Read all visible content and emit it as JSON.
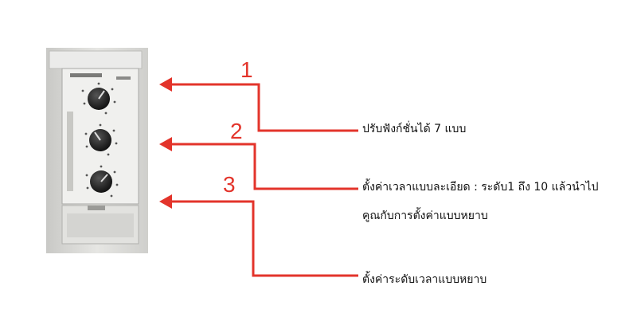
{
  "callouts": [
    {
      "number": "1",
      "lines": [
        "ปรับฟังก์ชั่นได้ 7 แบบ"
      ]
    },
    {
      "number": "2",
      "lines": [
        "ตั้งค่าเวลาแบบละเอียด : ระดับ1 ถึง 10 แล้วนำไป",
        "คูณกับการตั้งค่าแบบหยาบ"
      ]
    },
    {
      "number": "3",
      "lines": [
        "ตั้งค่าระดับเวลาแบบหยาบ"
      ]
    }
  ],
  "colors": {
    "arrow": "#e3342b",
    "device_body": "#d9d9d6",
    "knob": "#1a1a1a"
  }
}
